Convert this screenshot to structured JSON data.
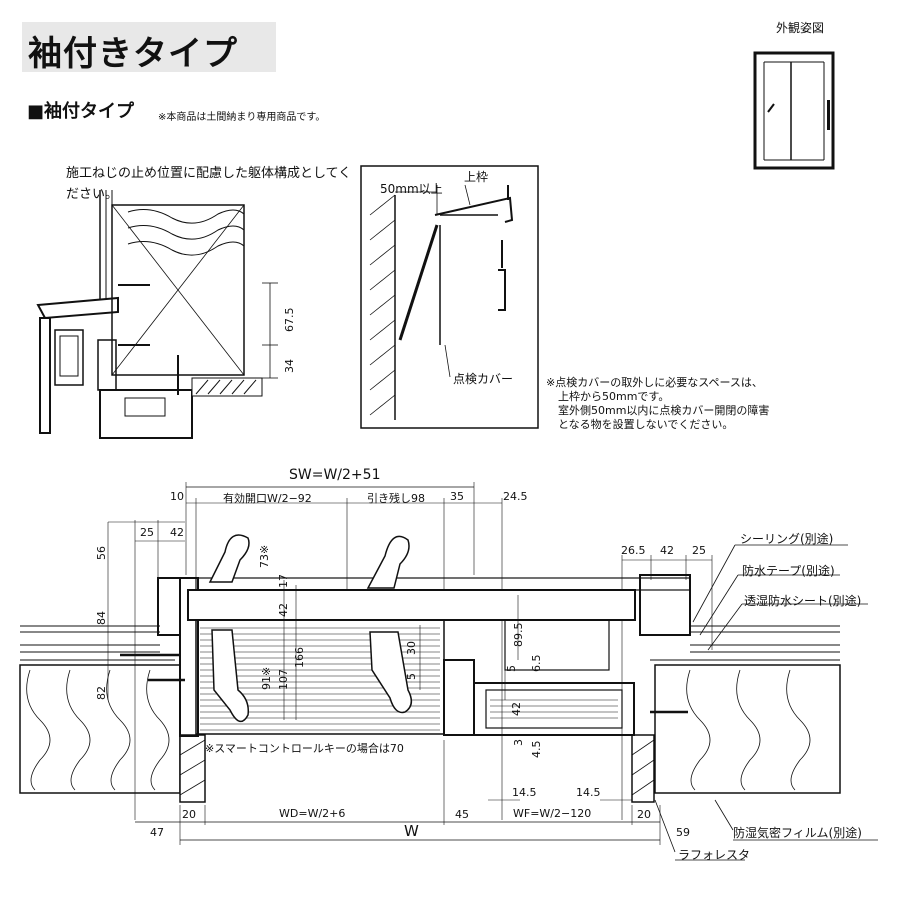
{
  "header": {
    "title": "袖付きタイプ",
    "subtitle": "■袖付タイプ",
    "note": "※本商品は土間納まり専用商品です。",
    "exterior_view_label": "外観姿図"
  },
  "section_detail": {
    "note": "施工ねじの止め位置に配慮した躯体構成としてください。",
    "dims": [
      "67.5",
      "34"
    ]
  },
  "inspection_detail": {
    "label_50mm": "50mm以上",
    "label_upper_frame": "上枠",
    "label_cover": "点検カバー",
    "note_line1": "※点検カバーの取外しに必要なスペースは、",
    "note_line2": "上枠から50mmです。",
    "note_line3": "室外側50mm以内に点検カバー開閉の障害",
    "note_line4": "となる物を設置しないでください。"
  },
  "plan": {
    "sw": "SW=W/2+51",
    "d10": "10",
    "effective_opening": "有効開口W/2−92",
    "hikinokoshi": "引き残し98",
    "d35": "35",
    "d24_5": "24.5",
    "d25a": "25",
    "d42a": "42",
    "d56": "56",
    "d73": "73※",
    "d17": "17",
    "d42b": "42",
    "d84": "84",
    "d82": "82",
    "d91": "91※",
    "d107": "107",
    "d166": "166",
    "d30": "30",
    "d5a": "5",
    "d89_5": "89.5",
    "d5b": "5",
    "d6_5": "6.5",
    "d42c": "42",
    "d3": "3",
    "d4_5": "4.5",
    "d26_5": "26.5",
    "d42d": "42",
    "d25b": "25",
    "smart_key_note": "※スマートコントロールキーの場合は70",
    "d20a": "20",
    "wd": "WD=W/2+6",
    "d45": "45",
    "d14_5a": "14.5",
    "d14_5b": "14.5",
    "wf": "WF=W/2−120",
    "d20b": "20",
    "d47": "47",
    "w": "W",
    "d59": "59"
  },
  "callouts": {
    "sealing": "シーリング(別途)",
    "waterproof_tape": "防水テープ(別途)",
    "moisture_sheet": "透湿防水シート(別途)",
    "vapor_film": "防湿気密フィルム(別途)",
    "rafforesta": "ラフォレスタ"
  }
}
